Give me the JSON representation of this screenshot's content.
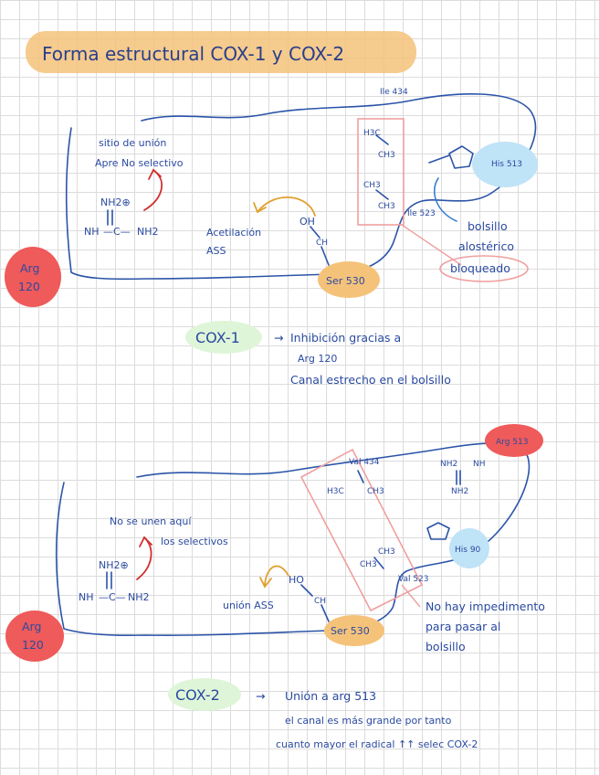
{
  "title": "Forma estructural COX-1 y COX-2",
  "colors": {
    "ink": "#2b54a8",
    "orange_highlight": "#f5c27a",
    "red_highlight": "#ef5a5a",
    "blue_highlight": "#bfe3f7",
    "green_highlight": "#dff5d8",
    "pink_box": "#f0a0a0",
    "red_arrow": "#d0302f",
    "orange_arrow": "#e0a030",
    "blue_arrow": "#3a7fd0"
  },
  "cox1": {
    "ile434": "Ile 434",
    "sitio": [
      "sitio de unión",
      "Apre No selectivo"
    ],
    "nh2plus": "NH2⊕",
    "amidine_left": "NH",
    "amidine_mid": "—C—",
    "amidine_right": "NH2",
    "acetilacion": [
      "Acetilación",
      "ASS"
    ],
    "oh": "OH",
    "ch": "CH",
    "ser530": "Ser 530",
    "h3c": "H3C",
    "ch3_a": "CH3",
    "ch3_b": "CH3",
    "ch3_c": "CH3",
    "ile523": "Ile 523",
    "his513": "His 513",
    "bolsillo": [
      "bolsillo",
      "alostérico"
    ],
    "bloqueado": "bloqueado",
    "arg120": [
      "Arg",
      "120"
    ],
    "label": "COX-1",
    "notes": [
      "Inhibición gracias a",
      "Arg 120",
      "Canal estrecho en el bolsillo"
    ]
  },
  "cox2": {
    "arg513": "Arg 513",
    "val434": "Val 434",
    "h3c": "H3C",
    "ch3_top": "CH3",
    "no_se_unen": [
      "No se unen aquí",
      "los selectivos"
    ],
    "nh2plus": "NH2⊕",
    "amidine_left": "NH",
    "amidine_mid": "—C—",
    "amidine_right": "NH2",
    "ho": "HO",
    "ch": "CH",
    "union_ass": "unión ASS",
    "ser530": "Ser 530",
    "ch3_a": "CH3",
    "ch3_b": "CH3",
    "val523": "Val 523",
    "his90": "His 90",
    "nh2_top": "NH2",
    "nh_top": "NH",
    "nh2_bottom": "NH2",
    "no_hay": [
      "No hay impedimento",
      "para pasar al",
      "bolsillo"
    ],
    "arg120": [
      "Arg",
      "120"
    ],
    "label": "COX-2",
    "notes": [
      "Unión a arg 513",
      "el canal es más grande por tanto",
      "cuanto mayor el radical ↑↑ selec COX-2"
    ]
  }
}
